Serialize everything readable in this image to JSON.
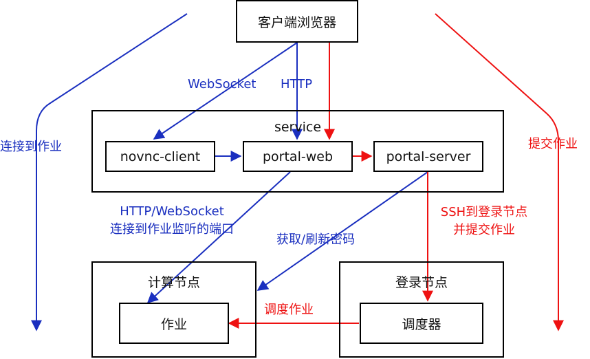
{
  "nodes": {
    "browser": "客户端浏览器",
    "novnc_client": "novnc-client",
    "portal_web": "portal-web",
    "portal_server": "portal-server",
    "job": "作业",
    "scheduler": "调度器"
  },
  "groups": {
    "service": "service",
    "compute_node": "计算节点",
    "login_node": "登录节点"
  },
  "edge_labels": {
    "websocket": "WebSocket",
    "http": "HTTP",
    "connect_job_left": "连接到作业",
    "submit_job_right": "提交作业",
    "http_websocket": "HTTP/WebSocket",
    "connect_job_port": "连接到作业监听的端口",
    "get_refresh_password": "获取/刷新密码",
    "ssh_login": "SSH到登录节点",
    "and_submit": "并提交作业",
    "schedule_job": "调度作业"
  },
  "colors": {
    "blue": "#1a2fbf",
    "red": "#ee1111",
    "border": "#000000"
  }
}
